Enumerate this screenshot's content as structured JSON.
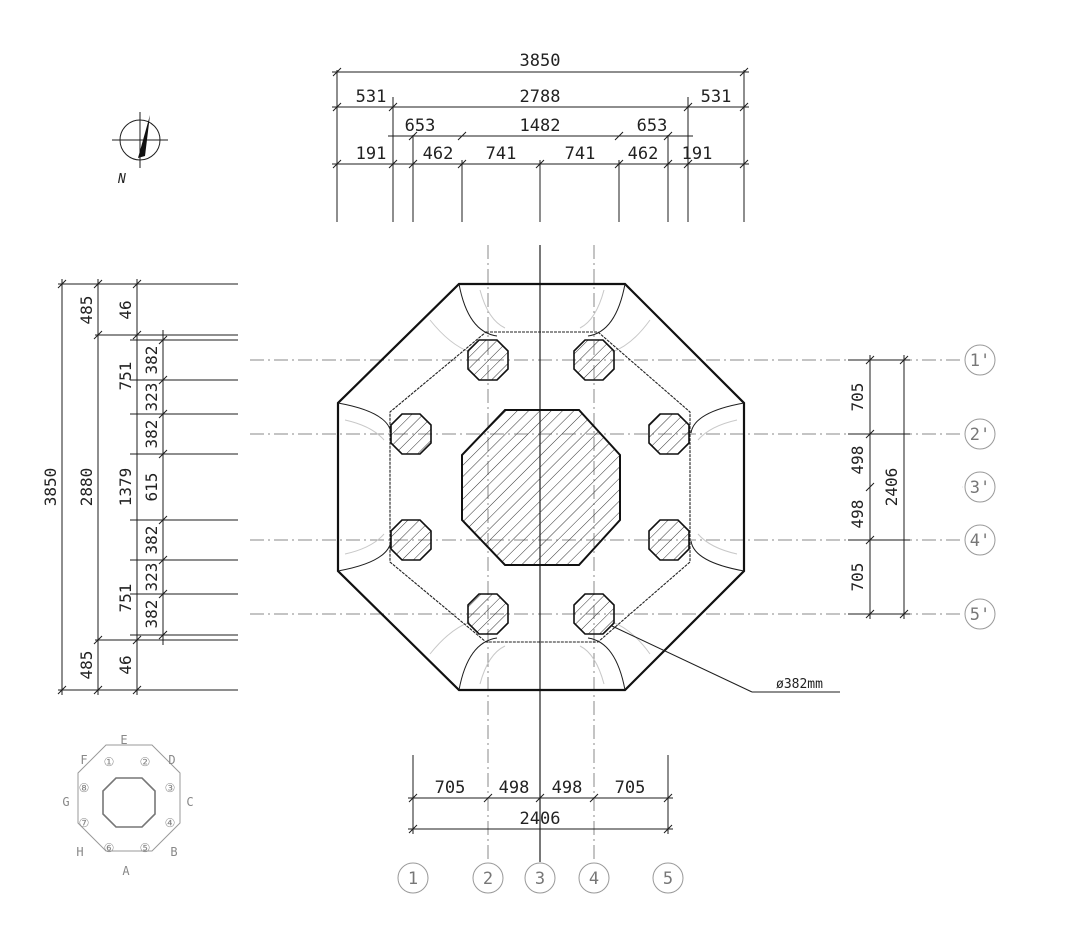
{
  "north": {
    "label": "N"
  },
  "top_dims": {
    "overall": "3850",
    "row2": [
      "531",
      "2788",
      "531"
    ],
    "row3": [
      "653",
      "1482",
      "653"
    ],
    "row4": [
      "191",
      "462",
      "741",
      "741",
      "462",
      "191"
    ]
  },
  "left_dims": {
    "col1": "3850",
    "col2": [
      "485",
      "2880",
      "485"
    ],
    "col3": [
      "46",
      "751",
      "1379",
      "751",
      "46"
    ],
    "col4": [
      "382",
      "323",
      "382",
      "615",
      "382",
      "323",
      "382"
    ]
  },
  "right_dims": {
    "col1": [
      "705",
      "498",
      "498",
      "705"
    ],
    "total": "2406"
  },
  "bottom_dims": {
    "row1": [
      "705",
      "498",
      "498",
      "705"
    ],
    "total": "2406"
  },
  "axes": {
    "horizontal": [
      "1'",
      "2'",
      "3'",
      "4'",
      "5'"
    ],
    "vertical": [
      "1",
      "2",
      "3",
      "4",
      "5"
    ]
  },
  "callout": {
    "pile_diameter": "ø382mm"
  },
  "key_plan": {
    "corners": [
      "A",
      "B",
      "C",
      "D",
      "E",
      "F",
      "G",
      "H"
    ],
    "piles": [
      "①",
      "②",
      "③",
      "④",
      "⑤",
      "⑥",
      "⑦",
      "⑧"
    ]
  },
  "colors": {
    "line": "#1e1e1e",
    "axis": "#8a8a8a",
    "hatch": "#333333"
  }
}
